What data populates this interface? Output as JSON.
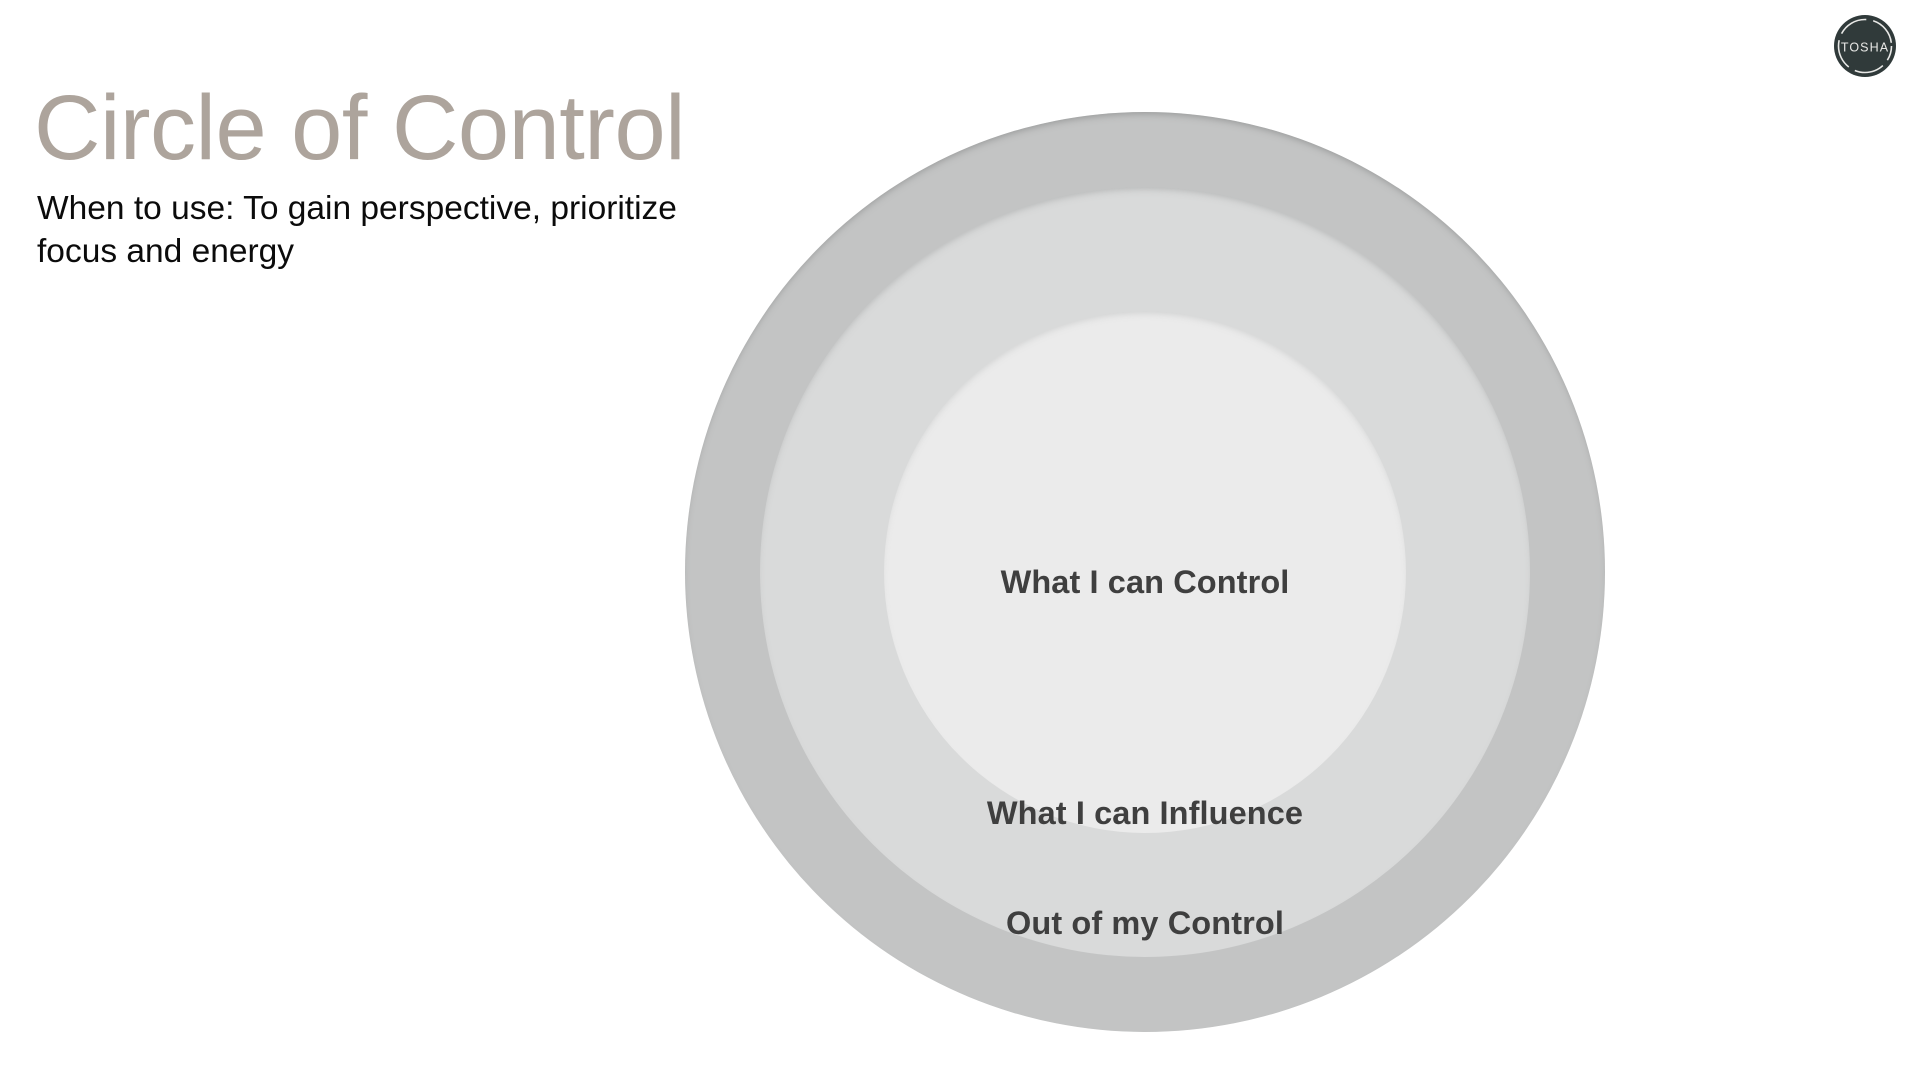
{
  "slide": {
    "title": "Circle of Control",
    "subtitle": "When to use: To gain perspective, prioritize focus and energy",
    "background_color": "#FFFFFF",
    "title_color": "#ADA49C",
    "subtitle_color": "#0B0B0B"
  },
  "logo": {
    "text": "TOSHA",
    "badge_color": "#303A3A",
    "text_color": "#E8E8E6",
    "ring_color": "#E8E8E6",
    "icon_name": "tosha-logo-badge"
  },
  "diagram": {
    "type": "concentric-circles",
    "label_color": "#3F3F3F",
    "rings": [
      {
        "id": "outer",
        "label": "Out of my Control",
        "fill": "#C3C4C4",
        "diameter": 920,
        "label_position": "bottom"
      },
      {
        "id": "middle",
        "label": "What I can Influence",
        "fill": "#D9DADA",
        "diameter": 770,
        "label_position": "bottom"
      },
      {
        "id": "inner",
        "label": "What I can Control",
        "fill": "#EBEBEB",
        "diameter": 522,
        "label_position": "center"
      }
    ]
  }
}
